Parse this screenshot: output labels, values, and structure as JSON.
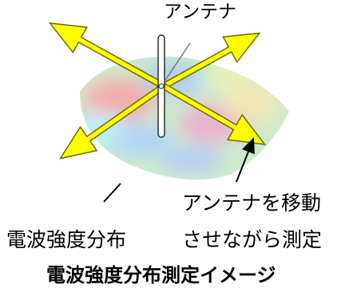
{
  "labels": {
    "antenna": "アンテナ",
    "distribution": "電波強度分布",
    "move_line1": "アンテナを移動",
    "move_line2": "させながら測定"
  },
  "caption": "電波強度分布測定イメージ",
  "colors": {
    "arrow_fill": "#ffff00",
    "arrow_stroke": "#6b6b00",
    "field_high": "#e89a9a",
    "field_mid": "#b8e0b0",
    "field_low": "#a8c8f0",
    "text": "#000000"
  }
}
